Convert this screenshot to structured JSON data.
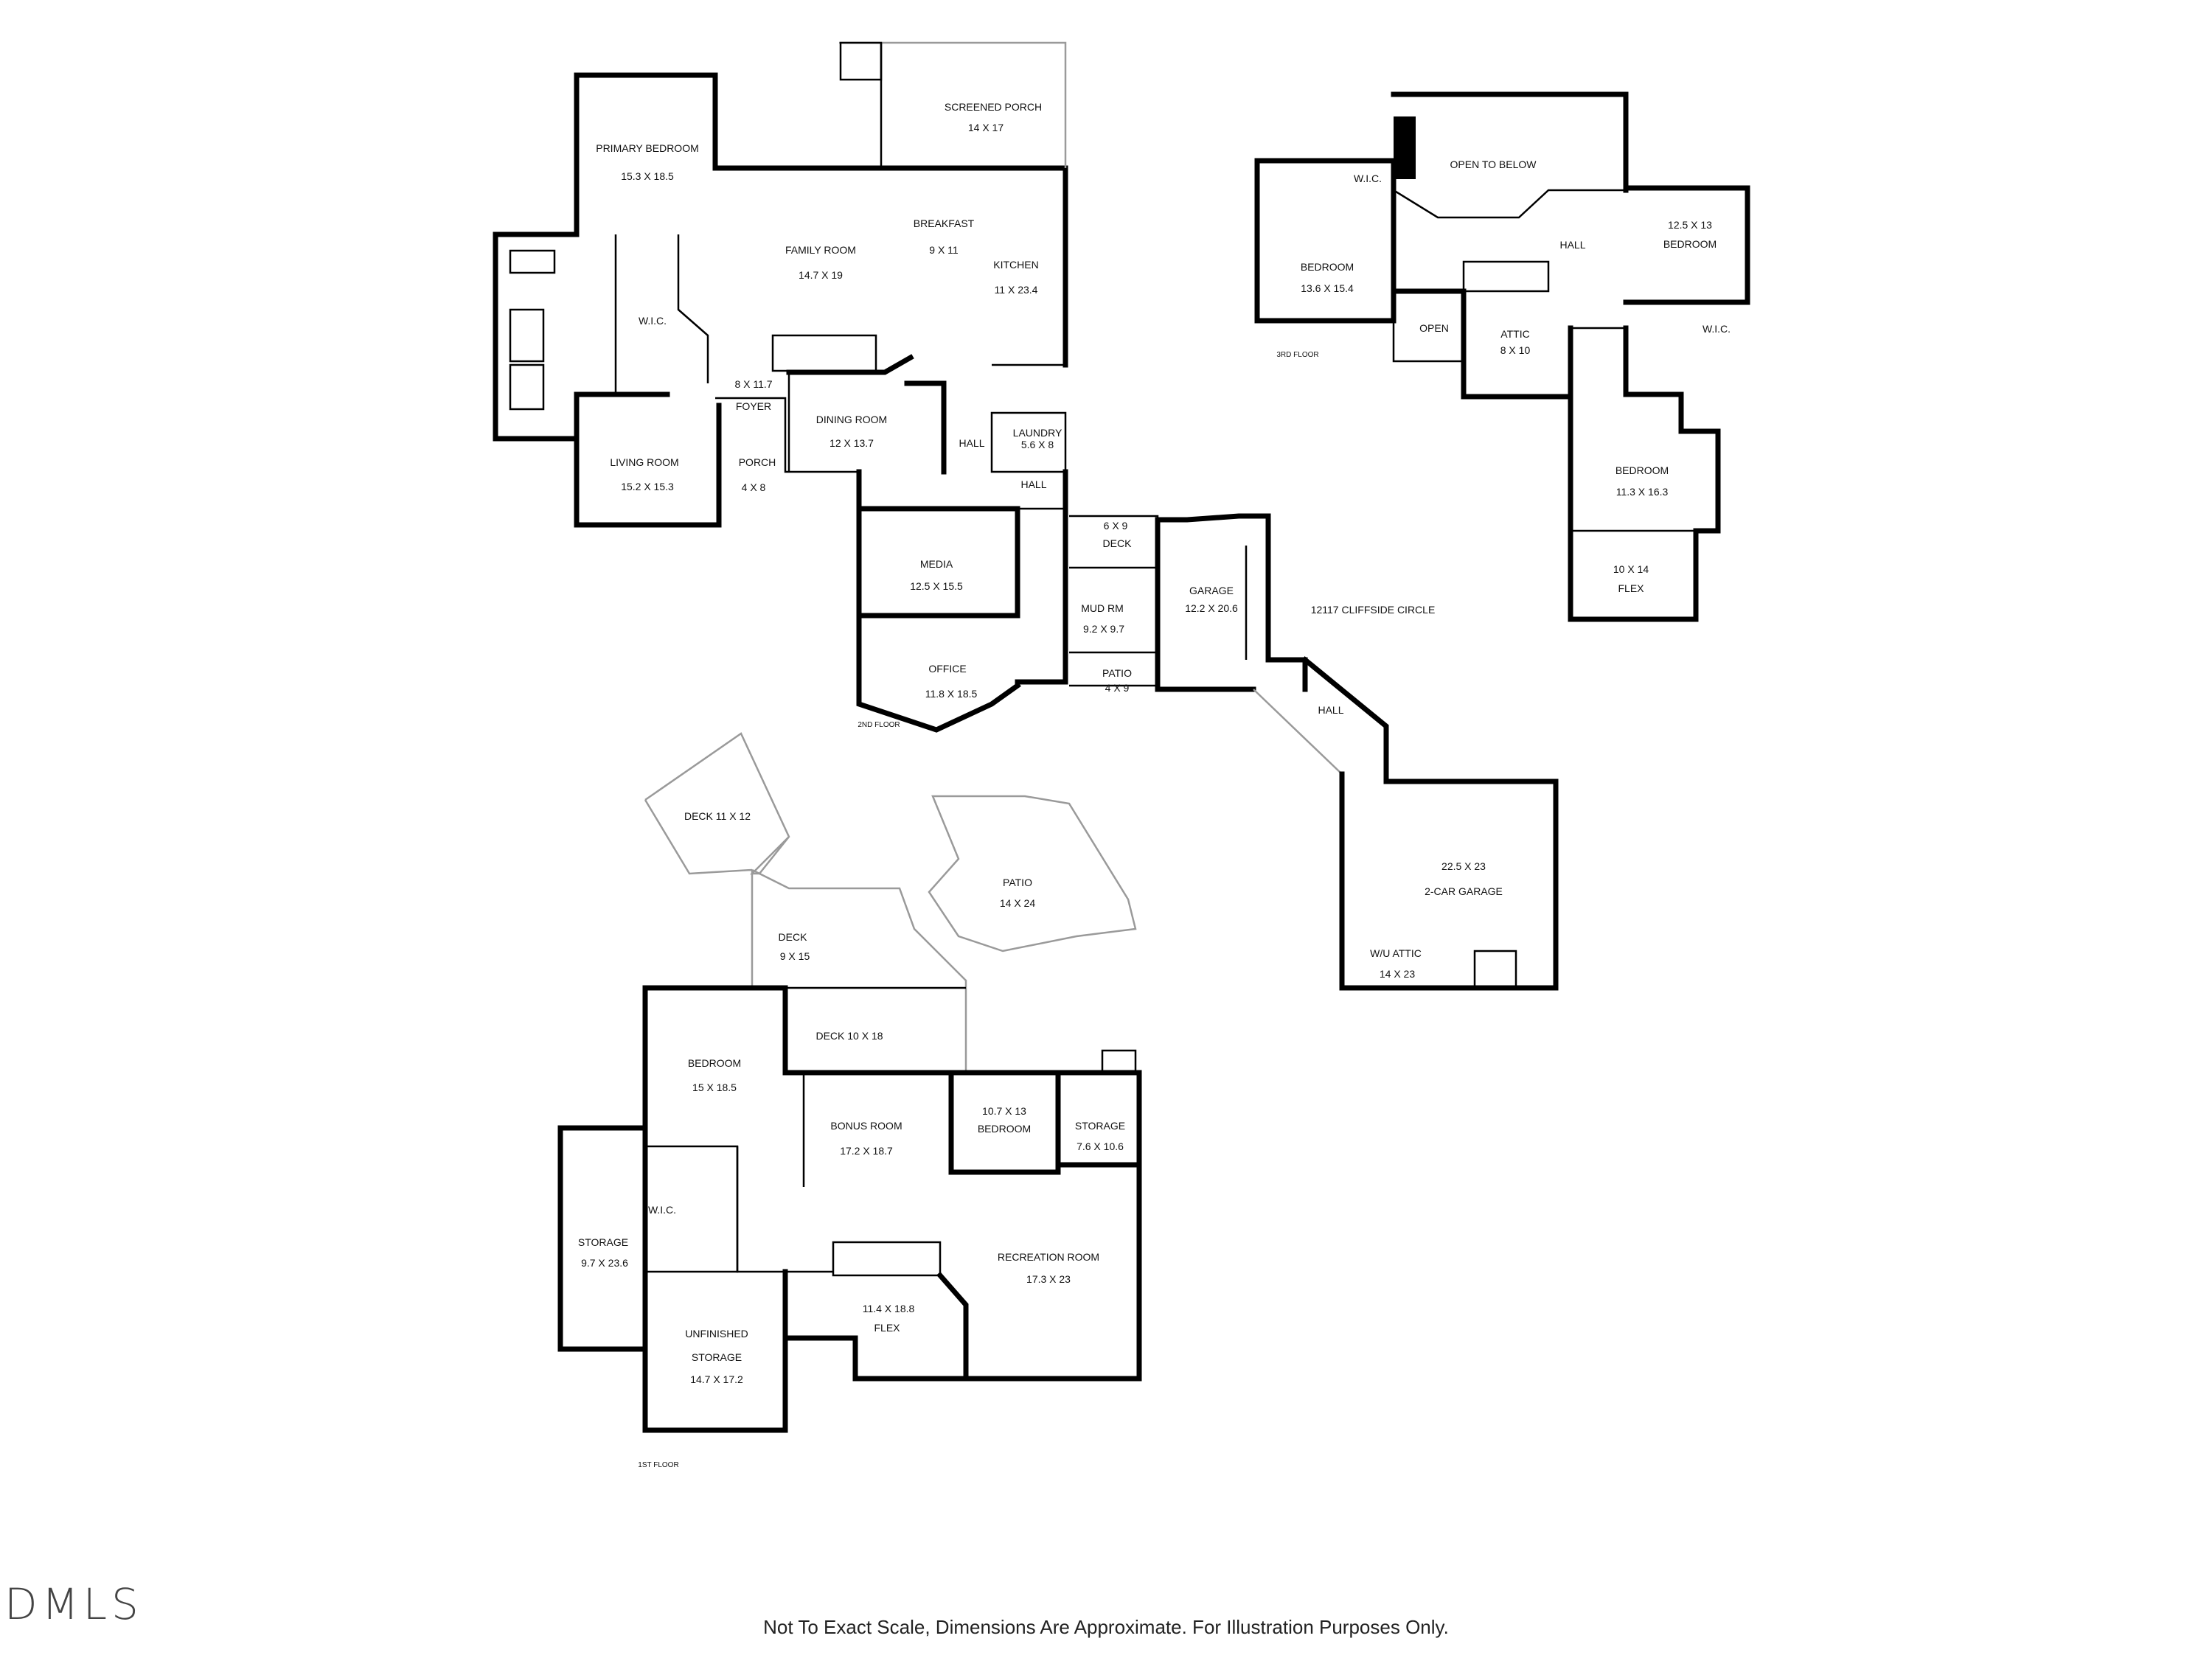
{
  "logo": "DMLS",
  "disclaimer": "Not To Exact Scale, Dimensions Are Approximate. For Illustration Purposes Only.",
  "floors": {
    "second": {
      "caption": "2ND FLOOR",
      "rooms": {
        "primary_bedroom": {
          "name": "PRIMARY BEDROOM",
          "dims": "15.3 X 18.5"
        },
        "screened_porch": {
          "name": "SCREENED PORCH",
          "dims": "14 X 17"
        },
        "breakfast": {
          "name": "BREAKFAST",
          "dims": "9 X 11"
        },
        "family_room": {
          "name": "FAMILY ROOM",
          "dims": "14.7 X 19"
        },
        "kitchen": {
          "name": "KITCHEN",
          "dims": "11 X 23.4"
        },
        "wic": {
          "name": "W.I.C."
        },
        "foyer": {
          "name": "FOYER",
          "dims": "8 X 11.7"
        },
        "dining_room": {
          "name": "DINING ROOM",
          "dims": "12 X 13.7"
        },
        "hall_a": {
          "name": "HALL"
        },
        "laundry": {
          "name": "LAUNDRY",
          "dims": "5.6 X 8"
        },
        "hall_b": {
          "name": "HALL"
        },
        "living_room": {
          "name": "LIVING ROOM",
          "dims": "15.2 X 15.3"
        },
        "porch": {
          "name": "PORCH",
          "dims": "4 X 8"
        },
        "media": {
          "name": "MEDIA",
          "dims": "12.5 X 15.5"
        },
        "office": {
          "name": "OFFICE",
          "dims": "11.8 X 18.5"
        },
        "deck_6x9": {
          "name": "DECK",
          "dims": "6 X 9"
        },
        "mud_room": {
          "name": "MUD RM",
          "dims": "9.2 X 9.7"
        },
        "patio_4x9": {
          "name": "PATIO",
          "dims": "4 X 9"
        },
        "garage": {
          "name": "GARAGE",
          "dims": "12.2 X 20.6"
        },
        "hall_c": {
          "name": "HALL"
        },
        "two_car_garage": {
          "name": "2-CAR GARAGE",
          "dims": "22.5 X 23"
        },
        "wu_attic": {
          "name": "W/U ATTIC",
          "dims": "14 X 23"
        }
      },
      "address": "12117 CLIFFSIDE CIRCLE"
    },
    "third": {
      "caption": "3RD FLOOR",
      "rooms": {
        "wic_a": {
          "name": "W.I.C."
        },
        "open_to_below": {
          "name": "OPEN TO BELOW"
        },
        "bedroom_13": {
          "name": "BEDROOM",
          "dims": "13.6 X 15.4"
        },
        "hall": {
          "name": "HALL"
        },
        "bedroom_12": {
          "name": "BEDROOM",
          "dims": "12.5 X 13"
        },
        "open": {
          "name": "OPEN"
        },
        "attic": {
          "name": "ATTIC",
          "dims": "8 X 10"
        },
        "wic_b": {
          "name": "W.I.C."
        },
        "bedroom_11": {
          "name": "BEDROOM",
          "dims": "11.3 X 16.3"
        },
        "flex": {
          "name": "FLEX",
          "dims": "10 X 14"
        }
      }
    },
    "first": {
      "caption": "1ST FLOOR",
      "rooms": {
        "deck_11x12": {
          "name": "DECK 11 X 12"
        },
        "patio_14x24": {
          "name": "PATIO",
          "dims": "14 X 24"
        },
        "deck_9x15": {
          "name": "DECK",
          "dims": "9 X 15"
        },
        "deck_10x18": {
          "name": "DECK 10 X 18"
        },
        "bedroom_15": {
          "name": "BEDROOM",
          "dims": "15 X 18.5"
        },
        "bonus_room": {
          "name": "BONUS ROOM",
          "dims": "17.2 X 18.7"
        },
        "bedroom_10": {
          "name": "BEDROOM",
          "dims": "10.7 X 13"
        },
        "storage_small": {
          "name": "STORAGE",
          "dims": "7.6 X 10.6"
        },
        "wic": {
          "name": "W.I.C."
        },
        "storage_long": {
          "name": "STORAGE",
          "dims": "9.7 X 23.6"
        },
        "recreation_room": {
          "name": "RECREATION ROOM",
          "dims": "17.3 X 23"
        },
        "flex": {
          "name": "FLEX",
          "dims": "11.4 X 18.8"
        },
        "unfinished_storage": {
          "name": "UNFINISHED",
          "name2": "STORAGE",
          "dims": "14.7 X 17.2"
        }
      }
    }
  }
}
